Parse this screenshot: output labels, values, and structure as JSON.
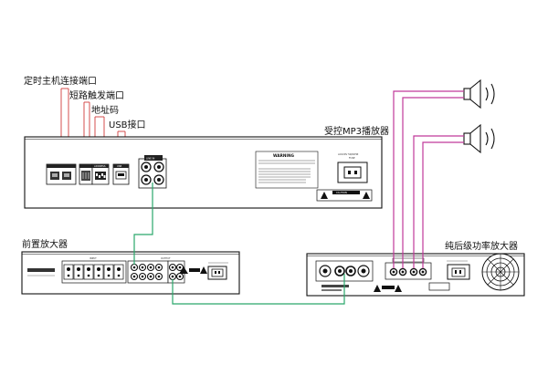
{
  "labels": {
    "timer_port": "定时主机连接端口",
    "short_trigger_port": "短路触发端口",
    "address_code": "地址码",
    "usb_port": "USB接口",
    "mp3_player": "受控MP3播放器",
    "preamp": "前置放大器",
    "power_amp": "纯后级功率放大器"
  },
  "panel_text": {
    "line_in": "LINE IN",
    "warning": "WARNING",
    "caution": "CAUTION",
    "voltage": "AC220V 50/60HZ",
    "fuse": "FUSE",
    "usb": "USB",
    "address": "ADDRESS",
    "input": "INPUT",
    "output": "OUTPUT"
  },
  "colors": {
    "speaker_wire": "#c0399a",
    "signal_wire": "#2aa86b",
    "leader_line": "#d23b3b",
    "device_outline": "#111111"
  }
}
